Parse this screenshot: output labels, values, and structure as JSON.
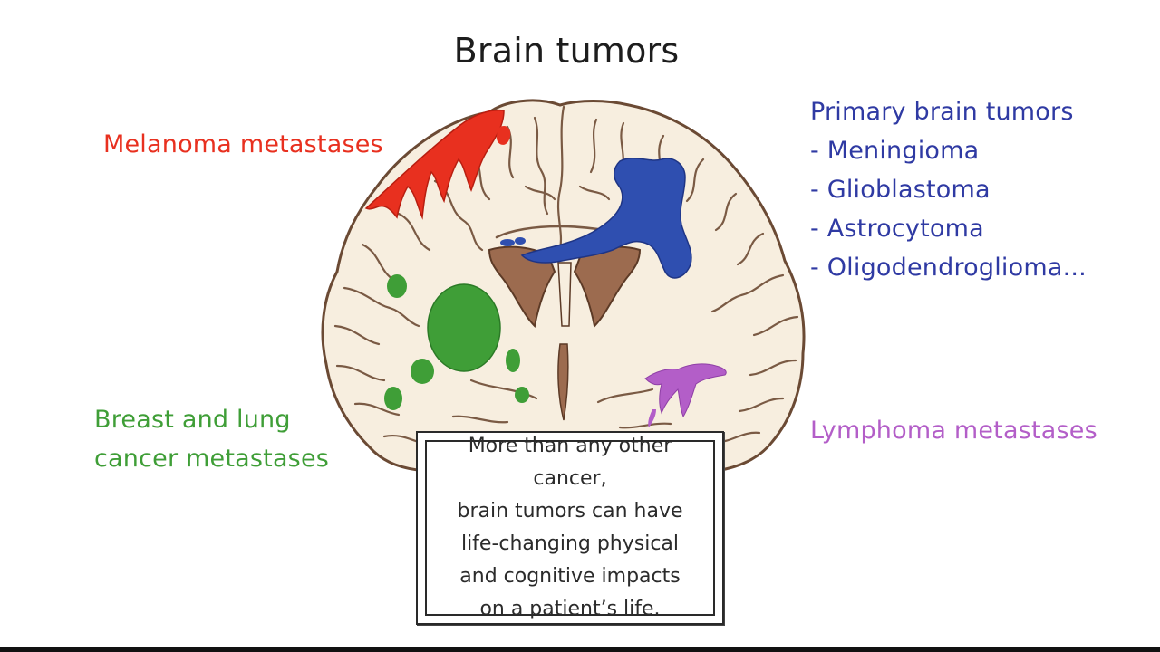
{
  "title": "Brain tumors",
  "labels": {
    "melanoma": "Melanoma metastases",
    "primary_heading": "Primary brain tumors",
    "primary_items": [
      "- Meningioma",
      "- Glioblastoma",
      "- Astrocytoma",
      "- Oligodendroglioma..."
    ],
    "breast_line1": "Breast and lung",
    "breast_line2": "cancer metastases",
    "lymphoma": "Lymphoma metastases"
  },
  "callout": {
    "lines": [
      "More than any other cancer,",
      "brain tumors can have",
      "life-changing physical",
      "and cognitive impacts",
      "on a patient’s life."
    ]
  },
  "colors": {
    "melanoma": "#e8301f",
    "primary": "#2f3aa3",
    "breast": "#3f9e37",
    "lymphoma": "#b35ec8",
    "brain_tissue": "#f7eedf",
    "ventricle": "#9c6b4f",
    "outline": "#6b4a34"
  }
}
